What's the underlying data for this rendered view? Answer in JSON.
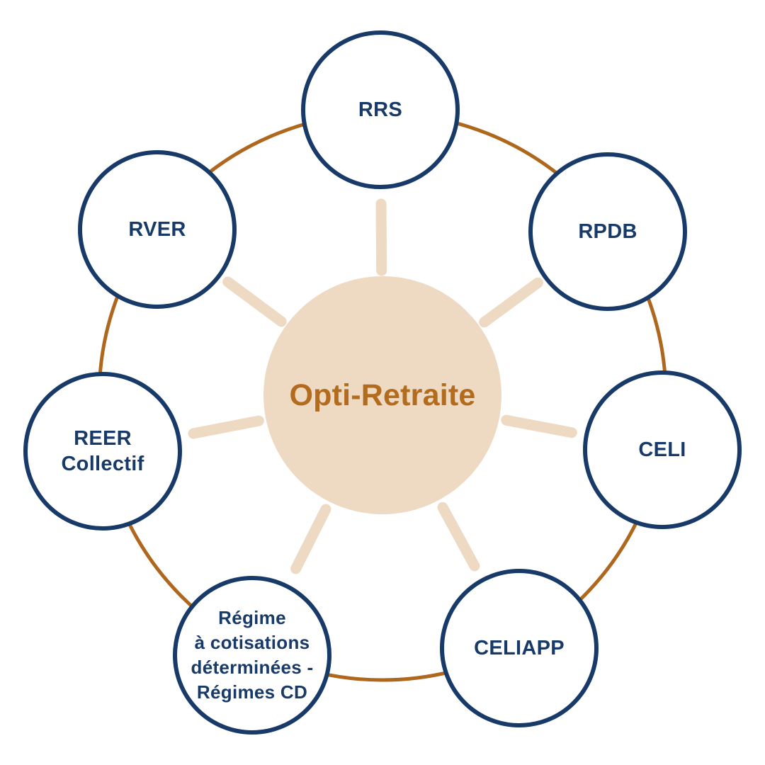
{
  "diagram": {
    "title": "Opti-Retraite",
    "center": {
      "label": "Opti-Retraite"
    },
    "nodes": [
      {
        "id": "rrs",
        "lines": [
          "RRS"
        ]
      },
      {
        "id": "rpdb",
        "lines": [
          "RPDB"
        ]
      },
      {
        "id": "celi",
        "lines": [
          "CELI"
        ]
      },
      {
        "id": "celiapp",
        "lines": [
          "CELIAPP"
        ]
      },
      {
        "id": "regime-cd",
        "lines": [
          "Régime",
          "à cotisations",
          "déterminées -",
          "Régimes CD"
        ]
      },
      {
        "id": "reer-collectif",
        "lines": [
          "REER",
          "Collectif"
        ]
      },
      {
        "id": "rver",
        "lines": [
          "RVER"
        ]
      }
    ],
    "colors": {
      "navy": "#183a68",
      "orange_ring": "#ae671d",
      "orange_text": "#b36c1e",
      "beige": "#eed9c3",
      "background": "#ffffff"
    }
  }
}
